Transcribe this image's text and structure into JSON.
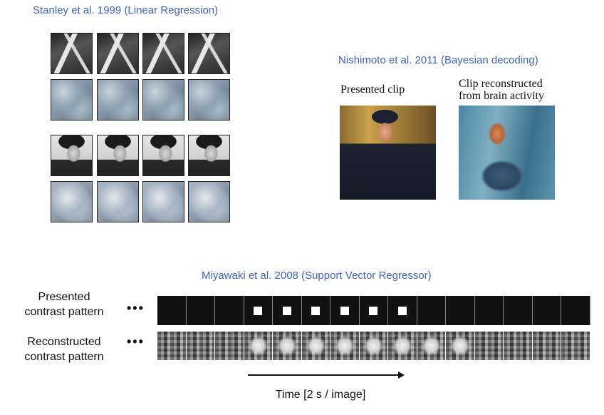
{
  "stanley": {
    "caption": "Stanley et al. 1999  (Linear Regression)"
  },
  "nishimoto": {
    "caption": "Nishimoto et al. 2011  (Bayesian decoding)",
    "presented_label": "Presented clip",
    "reconstructed_label": "Clip reconstructed from brain activity"
  },
  "miyawaki": {
    "caption": "Miyawaki et al. 2008  (Support Vector Regressor)",
    "presented_label": "Presented contrast pattern",
    "reconstructed_label": "Reconstructed contrast pattern",
    "ellipsis": "•••",
    "time_label": "Time [2 s / image]",
    "frames_count": 15,
    "pattern_on_frames": [
      3,
      4,
      5,
      6,
      7,
      8
    ]
  }
}
